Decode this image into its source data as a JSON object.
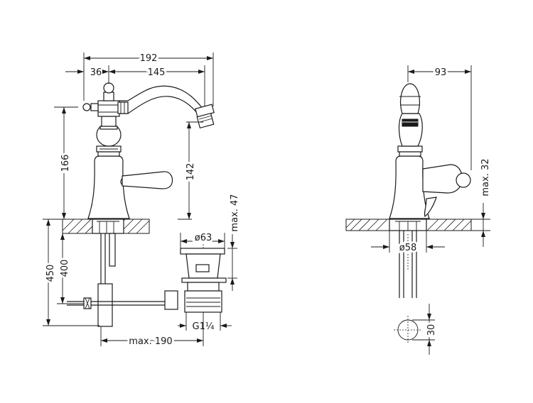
{
  "dimensions": {
    "overall_reach": "192",
    "handle_offset": "36",
    "spout_reach": "145",
    "body_height": "166",
    "spout_height": "142",
    "pop_up_max": "max. 47",
    "waste_diameter": "ø63",
    "total_height": "450",
    "rod_height": "400",
    "rod_max": "max. 190",
    "waste_thread": "G1¼",
    "side_depth": "93",
    "deck_max": "max. 32",
    "base_diameter": "ø58",
    "hole_diameter": "30"
  }
}
